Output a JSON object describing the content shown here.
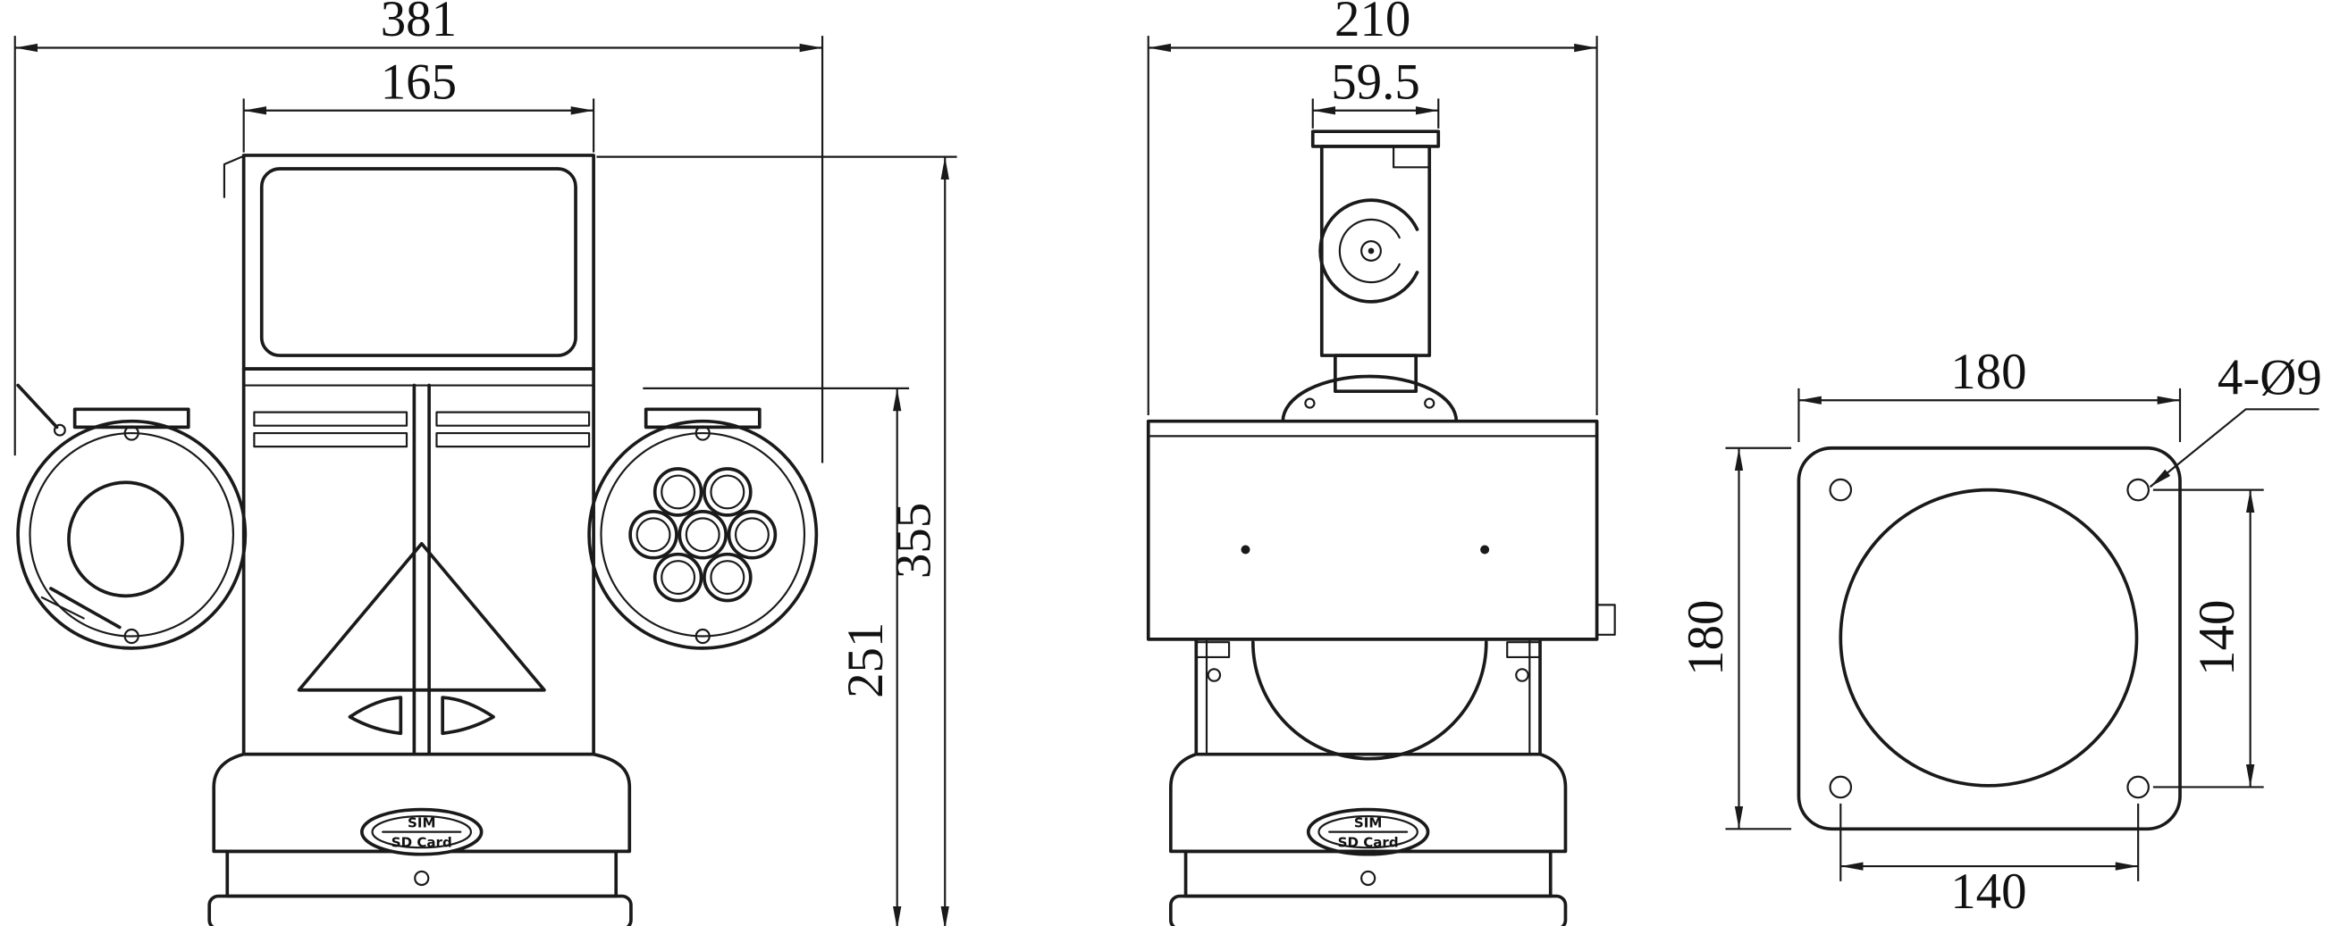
{
  "drawing": {
    "front_view": {
      "dims": {
        "overall_width": "381",
        "lamp_width": "165",
        "overall_height": "355",
        "body_height": "251"
      }
    },
    "side_view": {
      "dims": {
        "depth": "210",
        "bracket_width": "59.5"
      }
    },
    "base_view": {
      "dims": {
        "plate_width": "180",
        "plate_height": "180",
        "hole_spacing_h": "140",
        "hole_spacing_v": "140",
        "hole_callout": "4-Ø9"
      }
    },
    "labels": {
      "sim": "SIM",
      "sd_card": "SD Card"
    },
    "colors": {
      "line": "#1a1a1a",
      "background": "#ffffff"
    }
  }
}
